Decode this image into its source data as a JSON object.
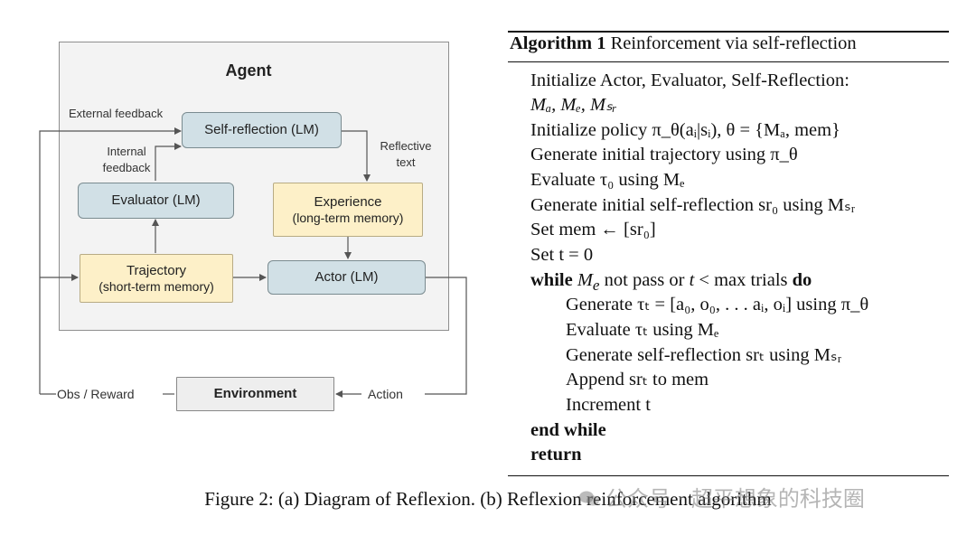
{
  "diagram": {
    "agent_title": "Agent",
    "nodes": {
      "self_reflection": "Self-reflection (LM)",
      "evaluator": "Evaluator (LM)",
      "experience": "Experience",
      "experience_sub": "(long-term memory)",
      "trajectory": "Trajectory",
      "trajectory_sub": "(short-term memory)",
      "actor": "Actor (LM)",
      "environment": "Environment"
    },
    "labels": {
      "external_feedback": "External feedback",
      "internal_feedback_1": "Internal",
      "internal_feedback_2": "feedback",
      "reflective_text_1": "Reflective",
      "reflective_text_2": "text",
      "obs_reward": "Obs / Reward",
      "action": "Action"
    }
  },
  "algorithm": {
    "title_bold": "Algorithm 1",
    "title_rest": "Reinforcement via self-reflection",
    "lines": [
      "Initialize Actor, Evaluator, Self-Reflection:",
      "Mₐ, Mₑ, Mₛᵣ",
      "Initialize policy π_θ(aᵢ|sᵢ), θ = {Mₐ, mem}",
      "Generate initial trajectory using π_θ",
      "Evaluate τ₀ using Mₑ",
      "Generate initial self-reflection sr₀ using Mₛᵣ",
      "Set mem ← [sr₀]",
      "Set t = 0",
      "while Mₑ not pass or t < max trials do",
      "Generate τₜ = [a₀, o₀, . . . aᵢ, oᵢ] using π_θ",
      "Evaluate τₜ using Mₑ",
      "Generate self-reflection srₜ using Mₛᵣ",
      "Append srₜ to mem",
      "Increment t",
      "end while",
      "return"
    ]
  },
  "caption": "Figure 2: (a) Diagram of Reflexion. (b) Reflexion reinforcement algorithm",
  "watermark": "公众号 · 超平想象的科技圈"
}
